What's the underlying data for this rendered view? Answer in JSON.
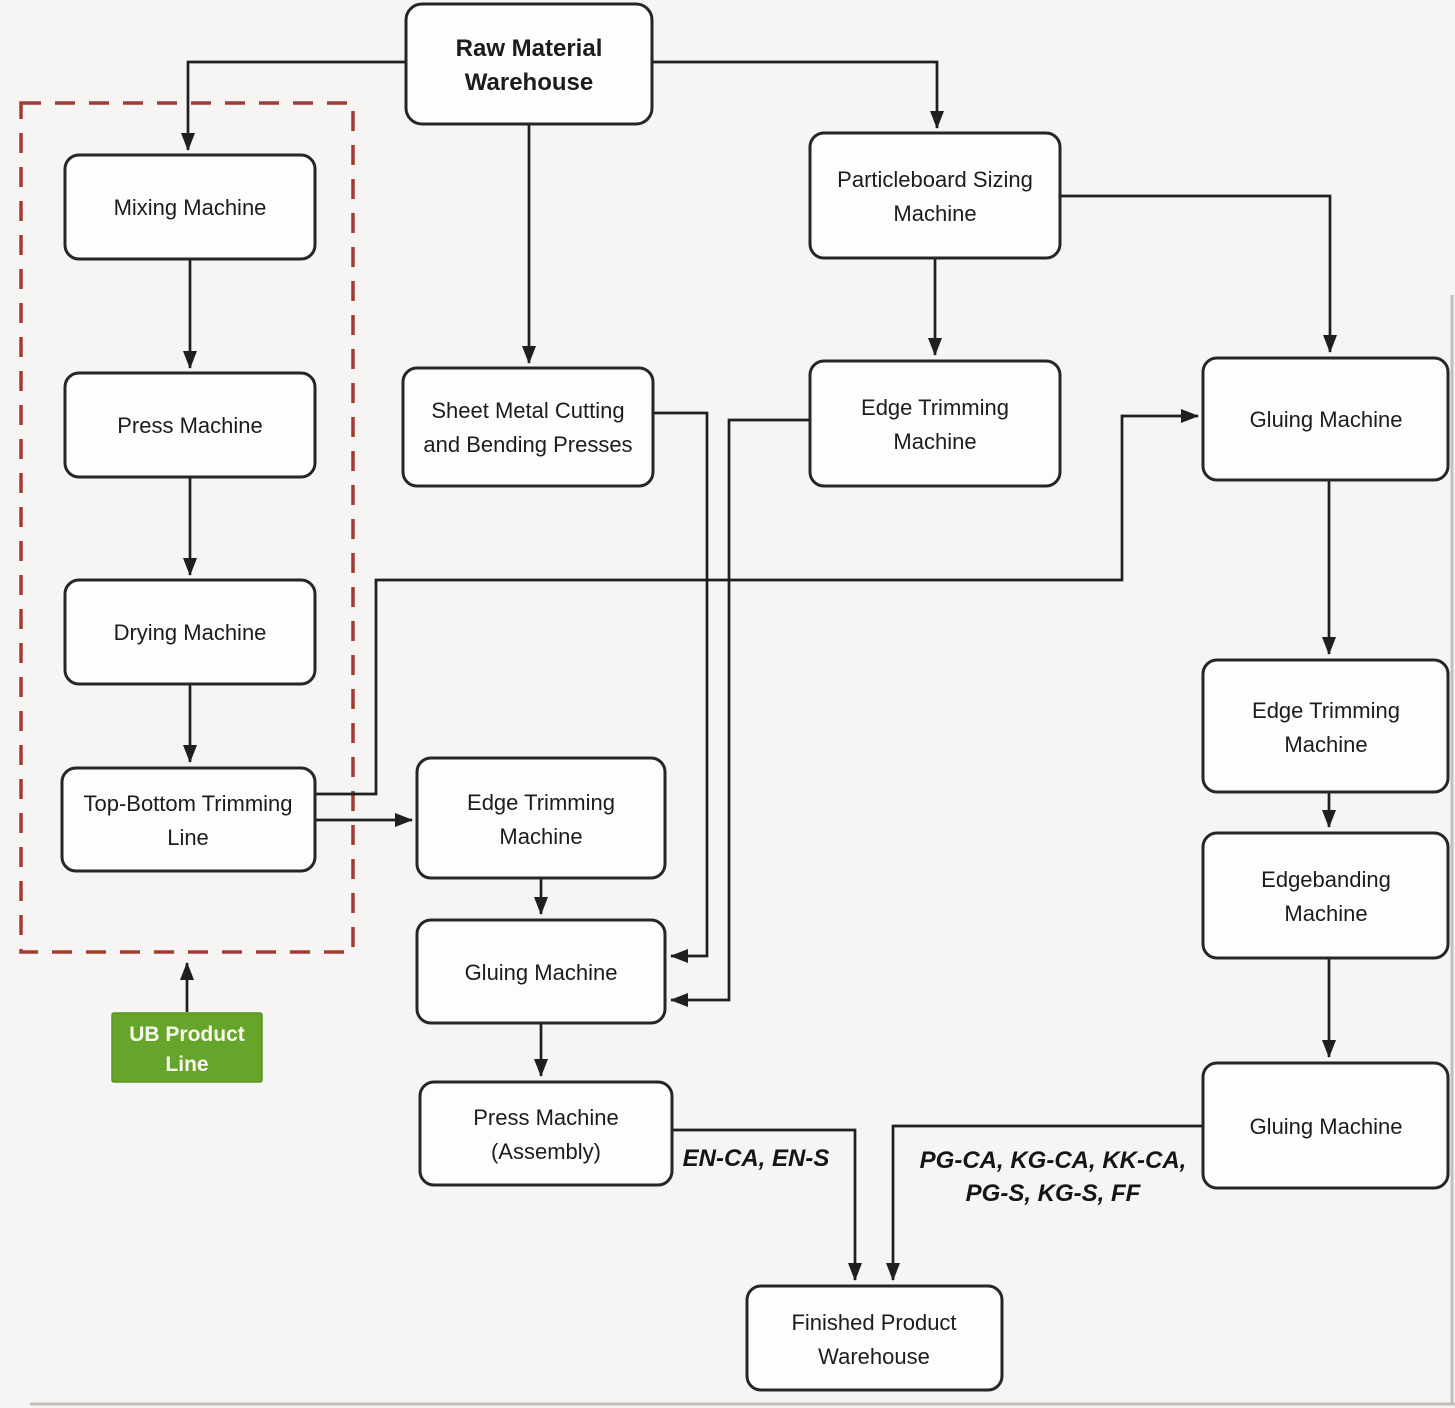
{
  "diagram": {
    "nodes": {
      "raw_material_warehouse": {
        "line1": "Raw Material",
        "line2": "Warehouse"
      },
      "mixing_machine": {
        "line1": "Mixing Machine"
      },
      "press_machine": {
        "line1": "Press Machine"
      },
      "drying_machine": {
        "line1": "Drying Machine"
      },
      "top_bottom_trimming_line": {
        "line1": "Top-Bottom Trimming",
        "line2": "Line"
      },
      "sheet_metal_presses": {
        "line1": "Sheet Metal Cutting",
        "line2": "and Bending Presses"
      },
      "particleboard_sizing": {
        "line1": "Particleboard Sizing",
        "line2": "Machine"
      },
      "edge_trimming_top": {
        "line1": "Edge Trimming",
        "line2": "Machine"
      },
      "gluing_top_right": {
        "line1": "Gluing Machine"
      },
      "edge_trimming_right": {
        "line1": "Edge Trimming",
        "line2": "Machine"
      },
      "edgebanding_machine": {
        "line1": "Edgebanding",
        "line2": "Machine"
      },
      "gluing_bottom_right": {
        "line1": "Gluing Machine"
      },
      "edge_trimming_mid": {
        "line1": "Edge Trimming",
        "line2": "Machine"
      },
      "gluing_mid": {
        "line1": "Gluing Machine"
      },
      "press_machine_assembly": {
        "line1": "Press Machine",
        "line2": "(Assembly)"
      },
      "finished_product_warehouse": {
        "line1": "Finished Product",
        "line2": "Warehouse"
      }
    },
    "annotations": {
      "ub_product_line": {
        "line1": "UB Product",
        "line2": "Line"
      },
      "en_label": "EN-CA, EN-S",
      "pg_label_line1": "PG-CA, KG-CA, KK-CA,",
      "pg_label_line2": "PG-S, KG-S, FF"
    },
    "colors": {
      "background": "#f6f5f3",
      "box_fill": "#fdfdfc",
      "box_border": "#262626",
      "connector": "#1f1f1f",
      "dashed_zone_border": "#a43b33",
      "product_line_green": "#66a52c",
      "product_line_text": "#fbf9ec"
    }
  }
}
